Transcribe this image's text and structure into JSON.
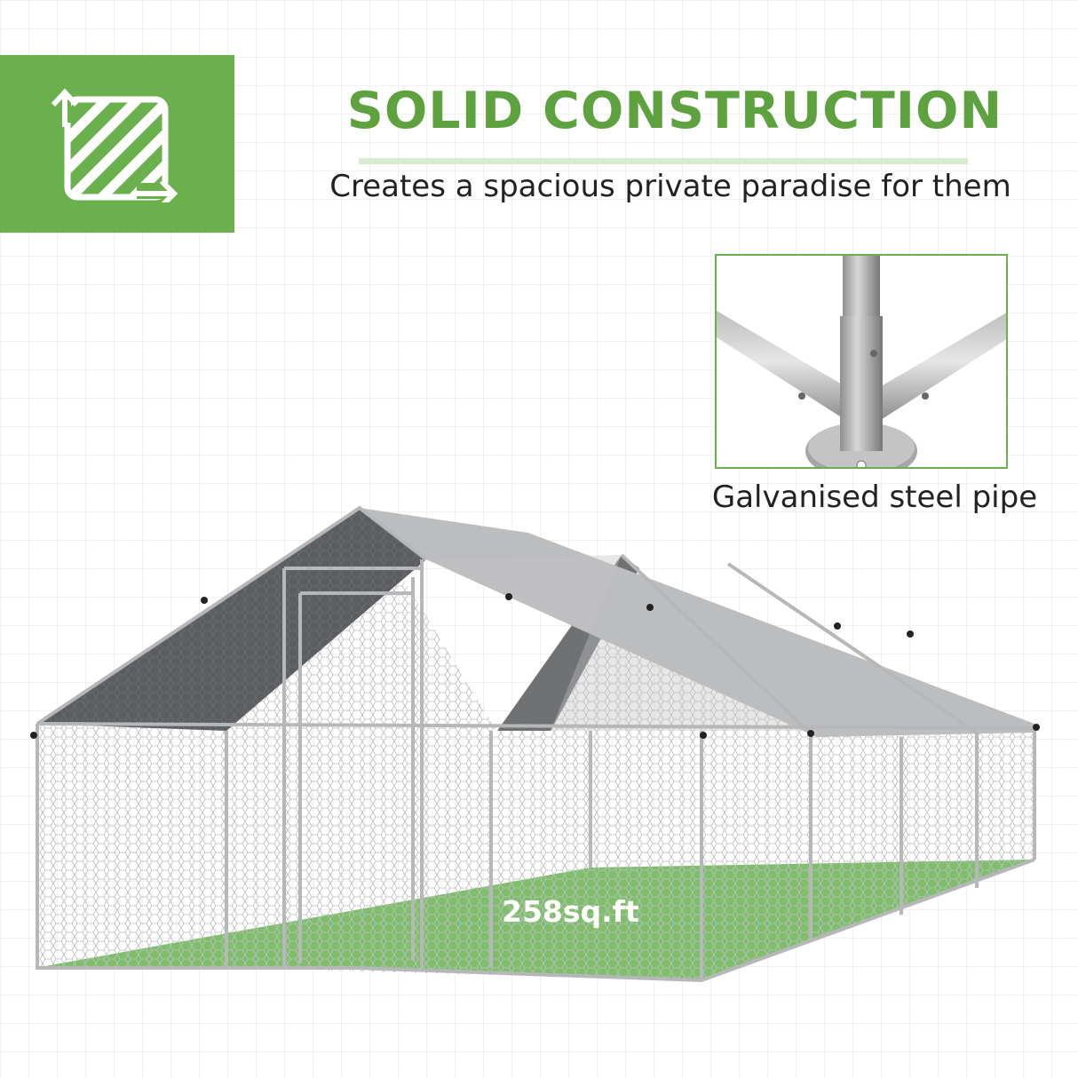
{
  "badge": {
    "icon": "resize-diagonal-stripes-icon",
    "background_color": "#6ab04c"
  },
  "header": {
    "title": "SOLID CONSTRUCTION",
    "subtitle": "Creates a spacious private paradise for them",
    "title_color": "#5da23e"
  },
  "inset": {
    "image": "galvanised-steel-pipe-joint",
    "caption": "Galvanised steel pipe",
    "border_color": "#6ab04c"
  },
  "product": {
    "image": "walk-in-chicken-coop-with-roof-cover",
    "area_label": "258sq.ft",
    "floor_color": "#7fbf6a"
  }
}
